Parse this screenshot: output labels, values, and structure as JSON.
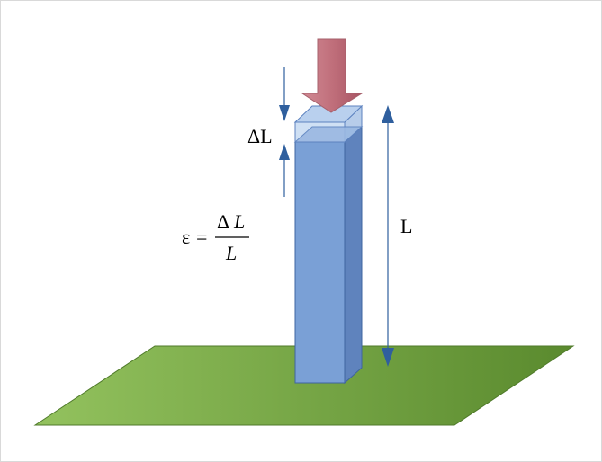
{
  "diagram": {
    "labels": {
      "delta_l": "ΔL",
      "length": "L",
      "formula_lhs": "ε",
      "formula_equals": "=",
      "formula_numerator_delta": "Δ",
      "formula_numerator_var": "L",
      "formula_denominator": "L"
    },
    "colors": {
      "ground_light": "#8dbb5a",
      "ground_dark": "#5a8a2e",
      "ground_edge": "#4f7a2a",
      "column_front": "#7aa0d6",
      "column_side": "#5f83bd",
      "column_top": "#a9c3e8",
      "column_edge": "#3f64a0",
      "compressed_front": "#c9dbf2",
      "load_arrow": "#c0707c",
      "dimension_arrow": "#2f5f9e"
    }
  }
}
